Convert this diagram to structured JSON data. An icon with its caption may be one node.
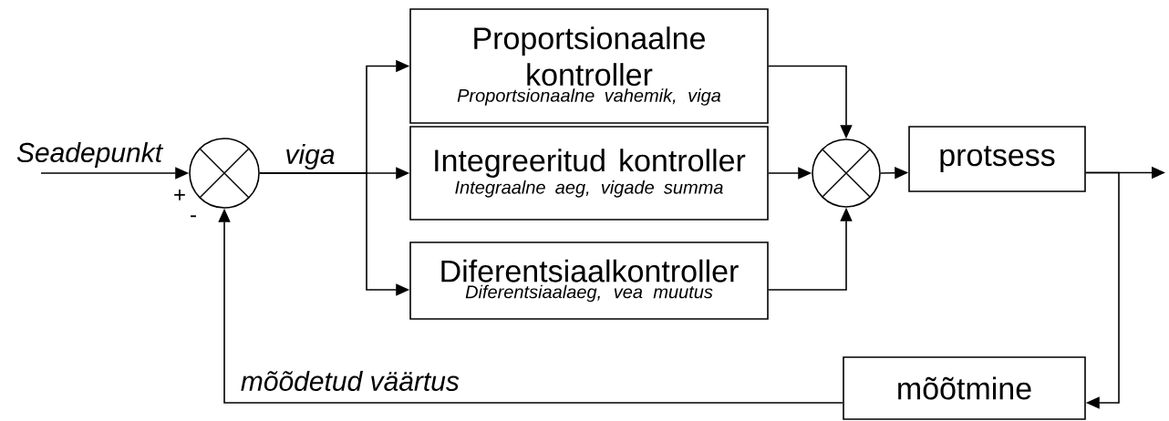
{
  "diagram": {
    "nodes": [
      {
        "text": [],
        "shape": "circle"
      },
      {
        "text": [
          "Proportsionaalne kontroller",
          "Proportsionaalne vahemik, viga"
        ]
      },
      {
        "text": [
          "Integreeritud kontroller",
          "Integraalne aeg, vigade summa"
        ]
      },
      {
        "text": [
          "Diferentsiaalkontroller",
          "Diferentsiaalaeg, vea muutus"
        ]
      },
      {
        "text": [],
        "shape": "circle"
      },
      {
        "text": [
          "protsess"
        ]
      },
      {
        "text": [
          "mõõtmine"
        ]
      }
    ],
    "edges": [
      {
        "from": null,
        "to": 0,
        "arrow": "to",
        "label": "Seadepunkt"
      },
      {
        "from": 0,
        "to": 1,
        "arrow": "to"
      },
      {
        "from": 0,
        "to": 2,
        "arrow": "to",
        "label": "viga"
      },
      {
        "from": 0,
        "to": 3,
        "arrow": "to"
      },
      {
        "from": 1,
        "to": 4,
        "arrow": "to"
      },
      {
        "from": 2,
        "to": 4,
        "arrow": "to"
      },
      {
        "from": 3,
        "to": 4,
        "arrow": "to"
      },
      {
        "from": 4,
        "to": 5,
        "arrow": "to"
      },
      {
        "from": 5,
        "to": null,
        "arrow": "to"
      },
      {
        "from": 5,
        "to": 6,
        "arrow": "to"
      },
      {
        "from": 6,
        "to": 0,
        "arrow": "to",
        "label": "mõõdetud väärtus"
      }
    ],
    "labels": [
      "+",
      "-"
    ]
  }
}
